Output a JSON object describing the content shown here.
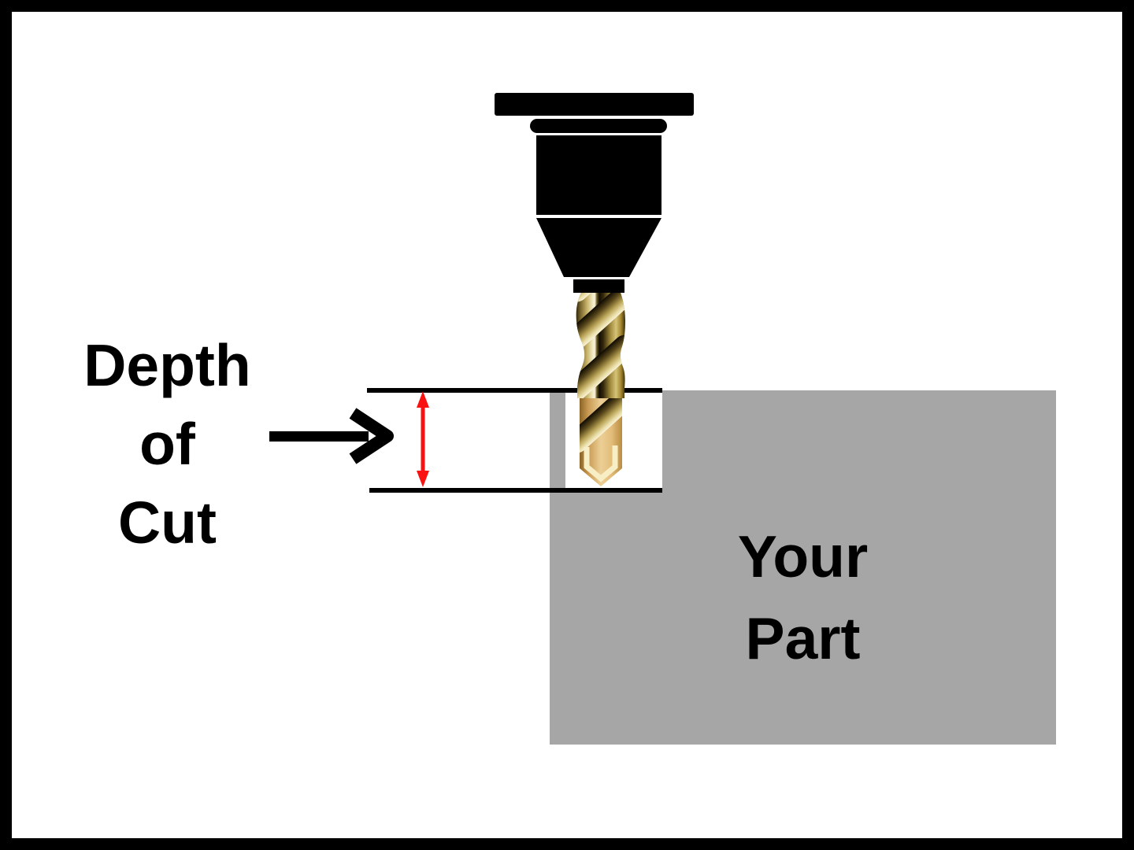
{
  "diagram": {
    "left_label": {
      "line1": "Depth",
      "line2": "of",
      "line3": "Cut"
    },
    "part_label": {
      "line1": "Your",
      "line2": "Part"
    },
    "colors": {
      "background": "#ffffff",
      "frame": "#000000",
      "ink": "#000000",
      "part_gray": "#a6a6a6",
      "arrow_red": "#fa1111",
      "drill_dark": "#1c1505",
      "drill_gold": "#c2a94f",
      "drill_pale": "#f8f2d8",
      "drill_tan": "#e9cf97"
    }
  }
}
